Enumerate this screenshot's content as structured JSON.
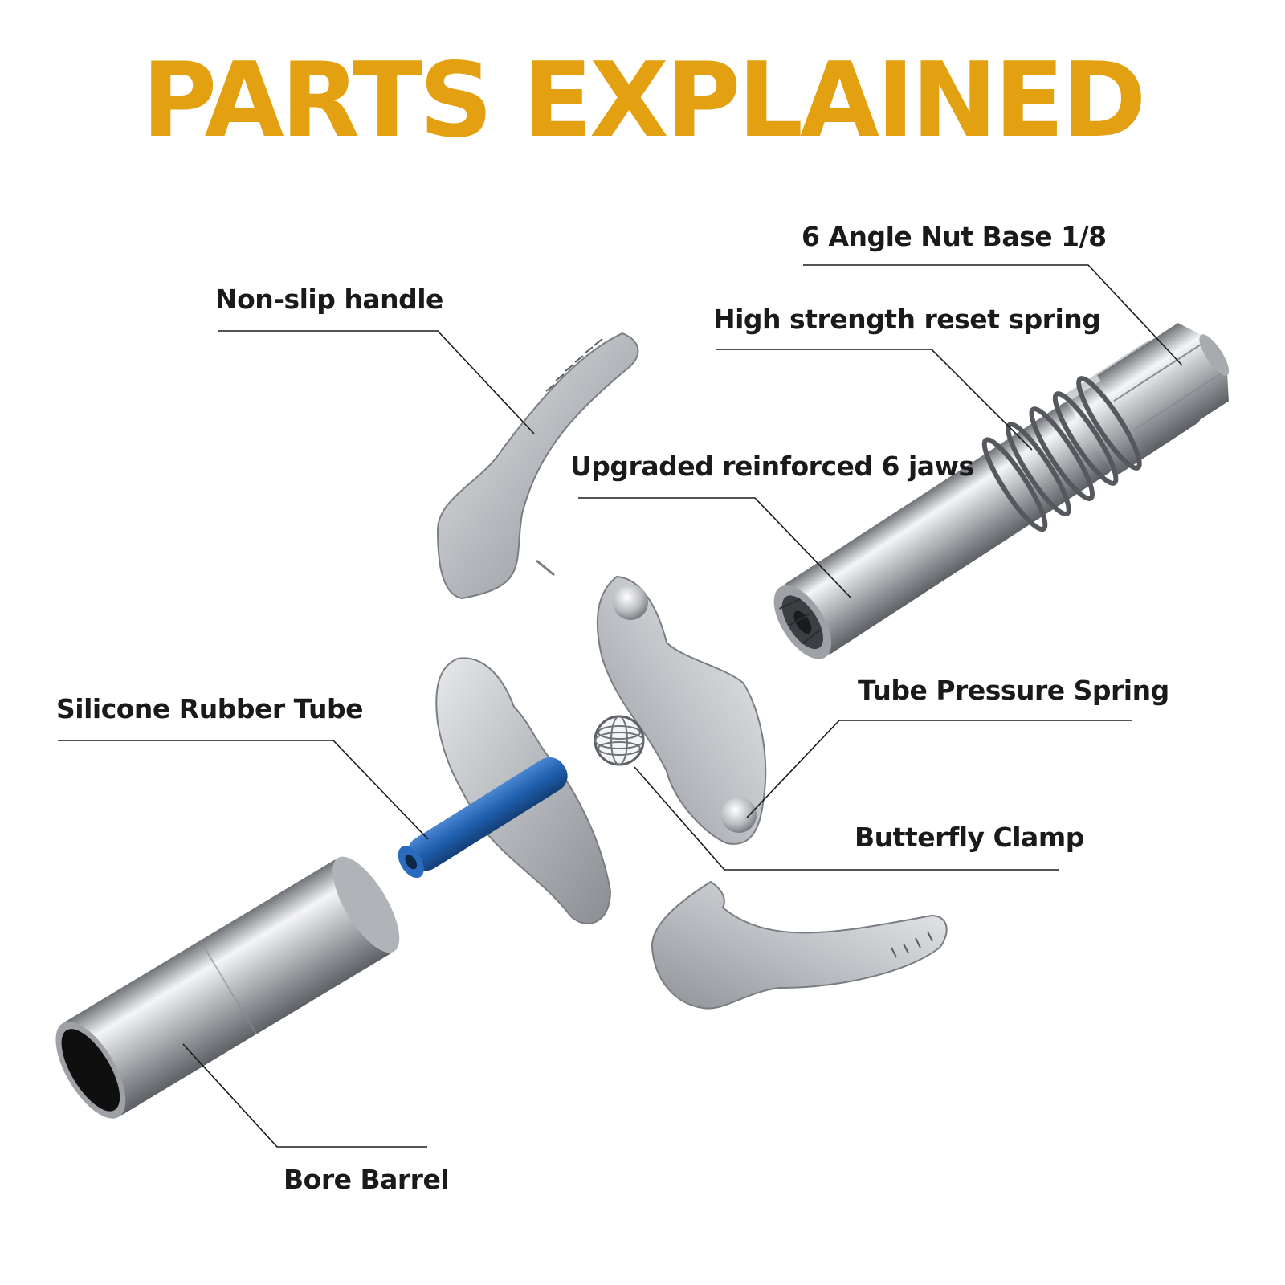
{
  "title": "PARTS EXPLAINED",
  "labels": {
    "nut_base": "6 Angle Nut Base 1/8",
    "handle": "Non-slip handle",
    "reset_spring": "High strength reset spring",
    "jaws": "Upgraded reinforced 6 jaws",
    "silicone_tube": "Silicone Rubber Tube",
    "pressure_spring": "Tube Pressure Spring",
    "butterfly_clamp": "Butterfly Clamp",
    "bore_barrel": "Bore Barrel"
  },
  "colors": {
    "title": "#E3A112",
    "text": "#1a1a1a",
    "metal": "#b9bcc0",
    "metal_dark": "#7d8186",
    "rubber_tube": "#1f5fae"
  }
}
